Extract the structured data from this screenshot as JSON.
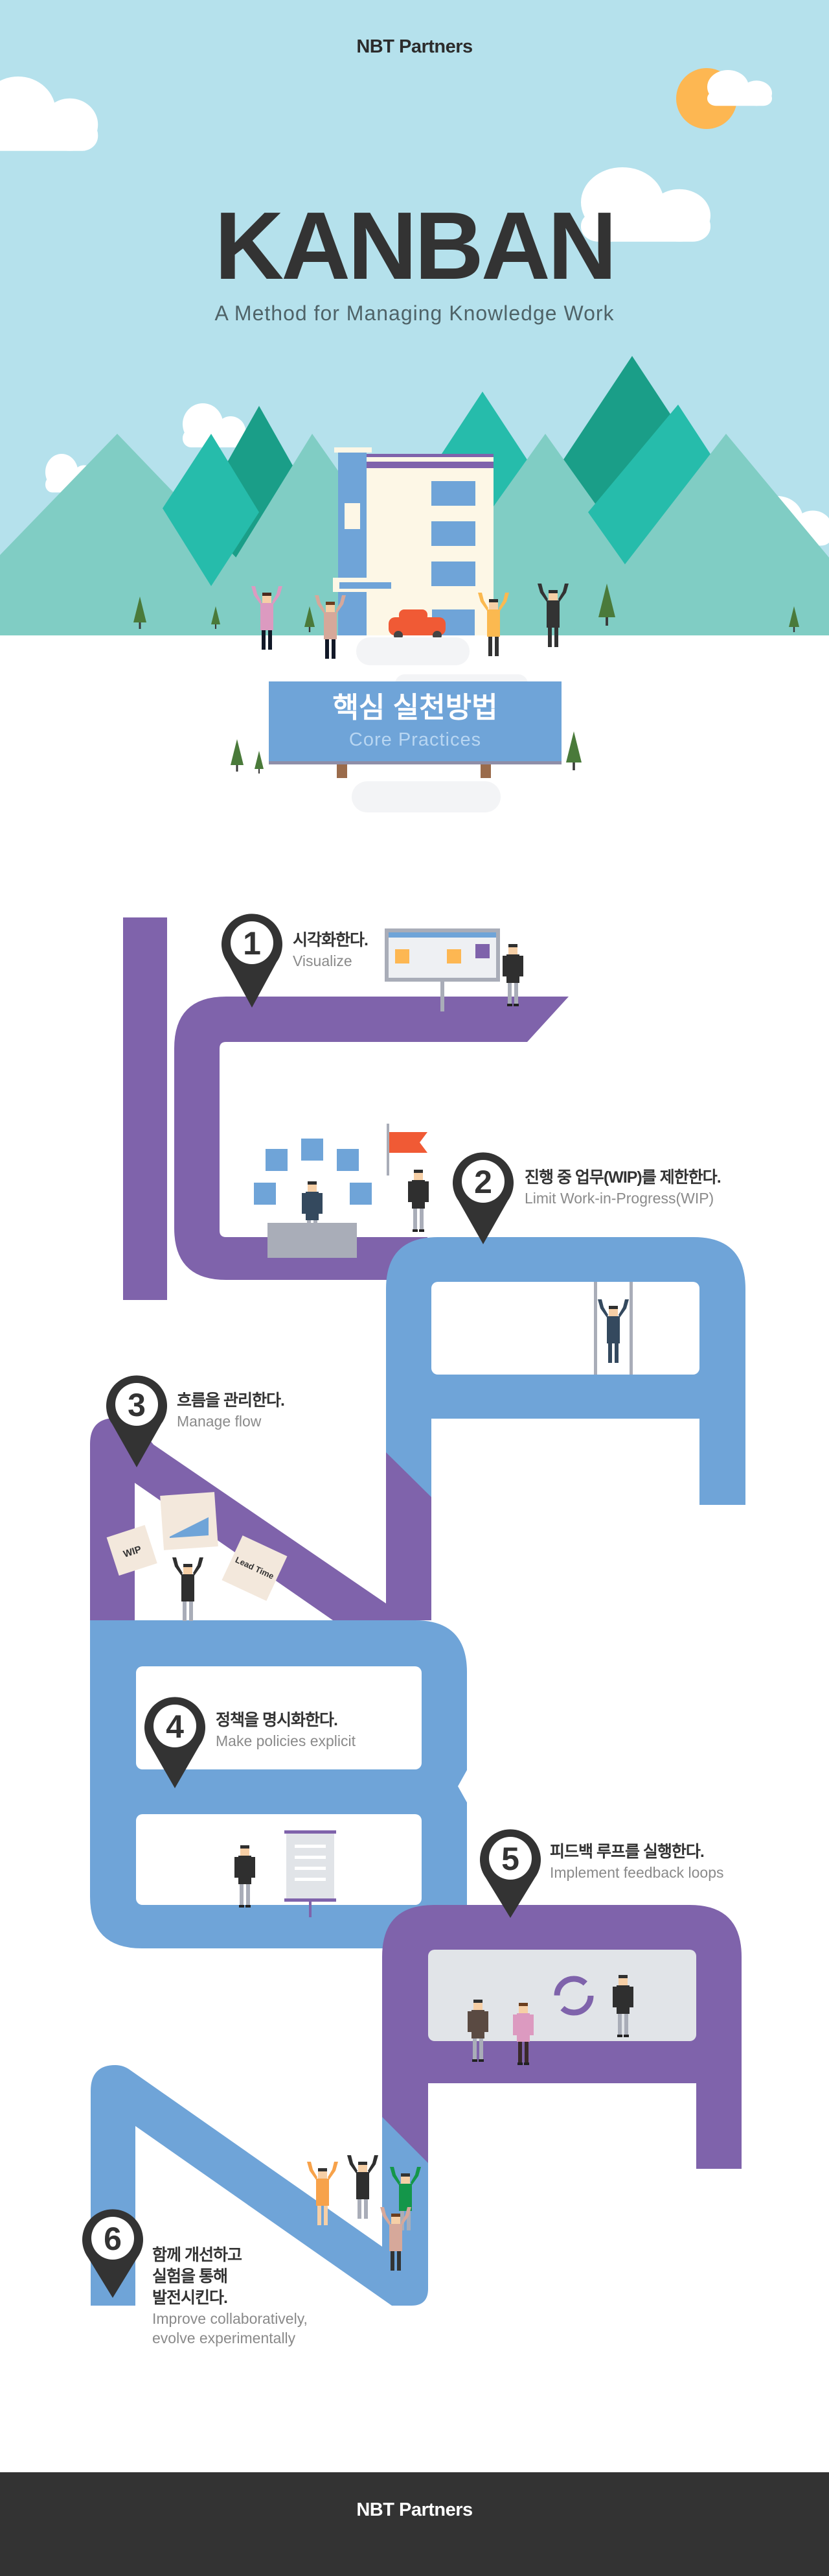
{
  "header": {
    "brand": "NBT Partners"
  },
  "hero": {
    "title": "KANBAN",
    "subtitle": "A Method for Managing Knowledge Work"
  },
  "sign": {
    "title_ko": "핵심 실천방법",
    "title_en": "Core Practices"
  },
  "practices": [
    {
      "number": "1",
      "title_ko": "시각화한다.",
      "title_en": "Visualize"
    },
    {
      "number": "2",
      "title_ko": "진행 중 업무(WIP)를 제한한다.",
      "title_en": "Limit Work-in-Progress(WIP)"
    },
    {
      "number": "3",
      "title_ko": "흐름을 관리한다.",
      "title_en": "Manage flow"
    },
    {
      "number": "4",
      "title_ko": "정책을 명시화한다.",
      "title_en": "Make policies explicit"
    },
    {
      "number": "5",
      "title_ko": "피드백 루프를 실행한다.",
      "title_en": "Implement feedback loops"
    },
    {
      "number": "6",
      "title_ko_lines": [
        "함께 개선하고",
        "실험을 통해",
        "발전시킨다."
      ],
      "title_en_lines": [
        "Improve collaboratively,",
        "evolve experimentally"
      ]
    }
  ],
  "cards": {
    "wip": "WIP",
    "lead_time": "Lead Time"
  },
  "footer": {
    "brand": "NBT Partners"
  },
  "colors": {
    "sky": "#b5e1ec",
    "purple": "#7f63ab",
    "blue": "#6fa4d8",
    "pin": "#333333",
    "footer": "#333333"
  }
}
